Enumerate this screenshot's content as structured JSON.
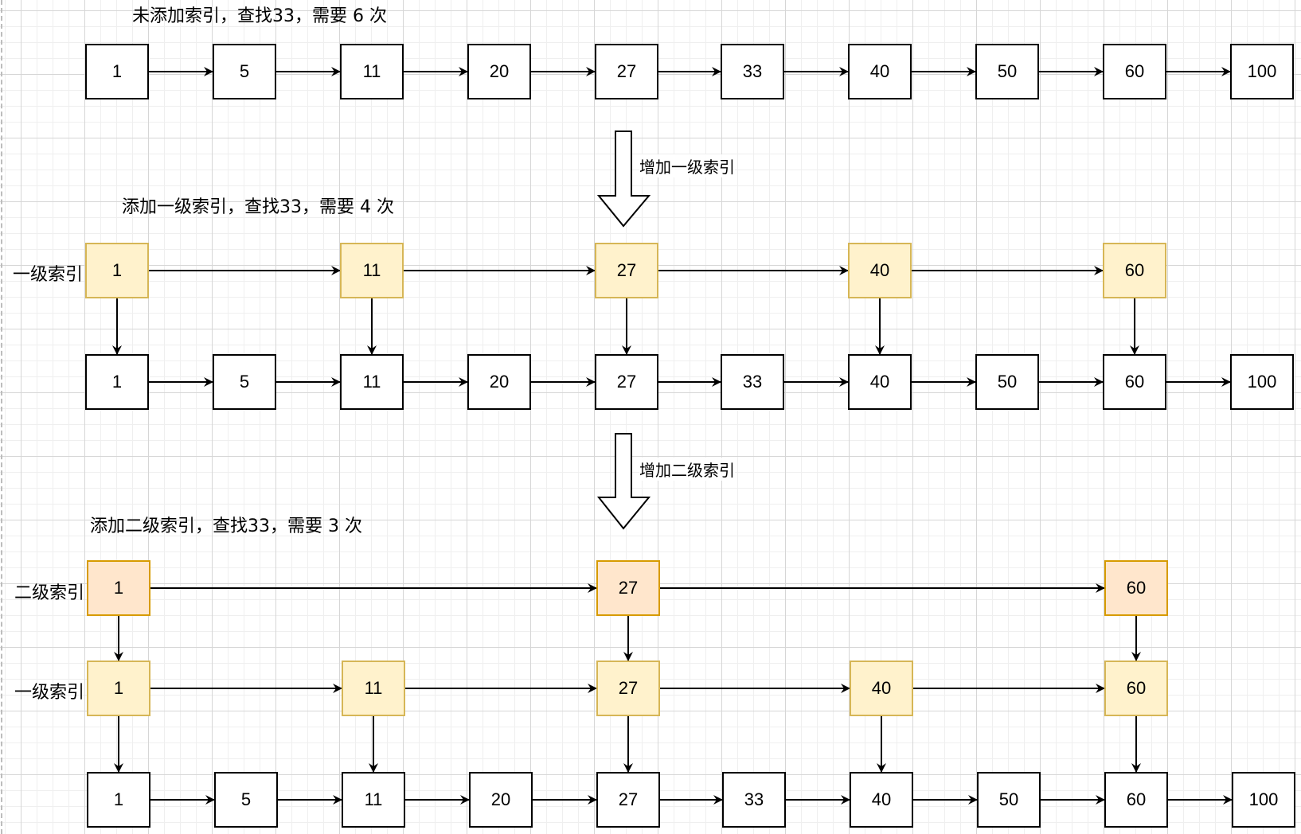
{
  "sections": [
    {
      "caption": "未添加索引，查找33，需要 6 次",
      "rows": [
        {
          "label": "",
          "level": "base",
          "nodes": [
            "1",
            "5",
            "11",
            "20",
            "27",
            "33",
            "40",
            "50",
            "60",
            "100"
          ]
        }
      ]
    },
    {
      "caption": "添加一级索引，查找33，需要 4 次",
      "rows": [
        {
          "label": "一级索引",
          "level": "l1",
          "nodes": [
            "1",
            "11",
            "27",
            "40",
            "60"
          ]
        },
        {
          "label": "",
          "level": "base",
          "nodes": [
            "1",
            "5",
            "11",
            "20",
            "27",
            "33",
            "40",
            "50",
            "60",
            "100"
          ]
        }
      ]
    },
    {
      "caption": "添加二级索引，查找33，需要 3 次",
      "rows": [
        {
          "label": "二级索引",
          "level": "l2",
          "nodes": [
            "1",
            "27",
            "60"
          ]
        },
        {
          "label": "一级索引",
          "level": "l1",
          "nodes": [
            "1",
            "11",
            "27",
            "40",
            "60"
          ]
        },
        {
          "label": "",
          "level": "base",
          "nodes": [
            "1",
            "5",
            "11",
            "20",
            "27",
            "33",
            "40",
            "50",
            "60",
            "100"
          ]
        }
      ]
    }
  ],
  "steps": [
    {
      "label": "增加一级索引",
      "icon": "block-arrow-down-icon"
    },
    {
      "label": "增加二级索引",
      "icon": "block-arrow-down-icon"
    }
  ],
  "colors": {
    "base_fill": "#ffffff",
    "base_stroke": "#000000",
    "l1_fill": "#fff2cc",
    "l1_stroke": "#d6b656",
    "l2_fill": "#ffe6cc",
    "l2_stroke": "#d79b00"
  }
}
